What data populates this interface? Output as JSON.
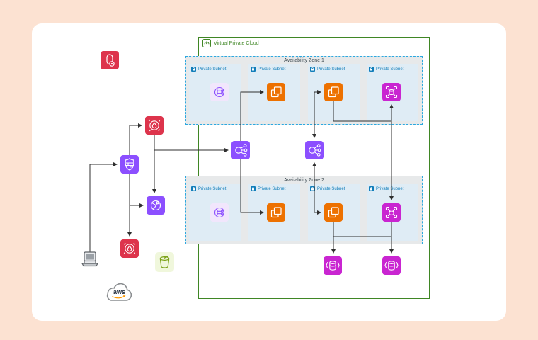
{
  "page": {
    "background": "#FCE2D2",
    "card_background": "#FFFFFF"
  },
  "diagram": {
    "vpc": {
      "label": "Virtual Private Cloud",
      "border_color": "#3F8624"
    },
    "availability_zones": [
      {
        "title": "Availability Zone 1",
        "border_color": "#2BA8E0",
        "subnets": [
          {
            "label": "Private Subnet",
            "service_icon": "vpc-endpoint-icon"
          },
          {
            "label": "Private Subnet",
            "service_icon": "ec2-instances-icon"
          },
          {
            "label": "Private Subnet",
            "service_icon": "ec2-instances-icon"
          },
          {
            "label": "Private Subnet",
            "service_icon": "rds-proxy-icon"
          }
        ]
      },
      {
        "title": "Availability Zone 2",
        "border_color": "#2BA8E0",
        "subnets": [
          {
            "label": "Private Subnet",
            "service_icon": "vpc-endpoint-icon"
          },
          {
            "label": "Private Subnet",
            "service_icon": "ec2-instances-icon"
          },
          {
            "label": "Private Subnet",
            "service_icon": "ec2-instances-icon"
          },
          {
            "label": "Private Subnet",
            "service_icon": "rds-proxy-icon"
          }
        ]
      }
    ],
    "load_balancer_icons": [
      {
        "name": "elastic-load-balancer-icon",
        "color": "#8C4FFF"
      },
      {
        "name": "elastic-load-balancer-icon",
        "color": "#8C4FFF"
      }
    ],
    "database_icons": [
      {
        "name": "rds-database-icon",
        "color": "#C925D1"
      },
      {
        "name": "rds-database-icon",
        "color": "#C925D1"
      }
    ],
    "external_icons": [
      {
        "name": "secrets-manager-icon",
        "color": "#DD344C"
      },
      {
        "name": "network-firewall-icon",
        "color": "#DD344C"
      },
      {
        "name": "firewall-shield-icon",
        "color": "#8C4FFF"
      },
      {
        "name": "route53-dns-icon",
        "color": "#8C4FFF"
      },
      {
        "name": "waf-firewall-icon",
        "color": "#DD344C"
      },
      {
        "name": "client-laptop-icon",
        "color": "#7B8087"
      },
      {
        "name": "s3-bucket-icon",
        "color": "#7AA116"
      },
      {
        "name": "aws-cloud-logo",
        "color": "#8A8D90"
      }
    ],
    "aws_logo_text": "aws",
    "connector_color": "#2F2F2F"
  }
}
